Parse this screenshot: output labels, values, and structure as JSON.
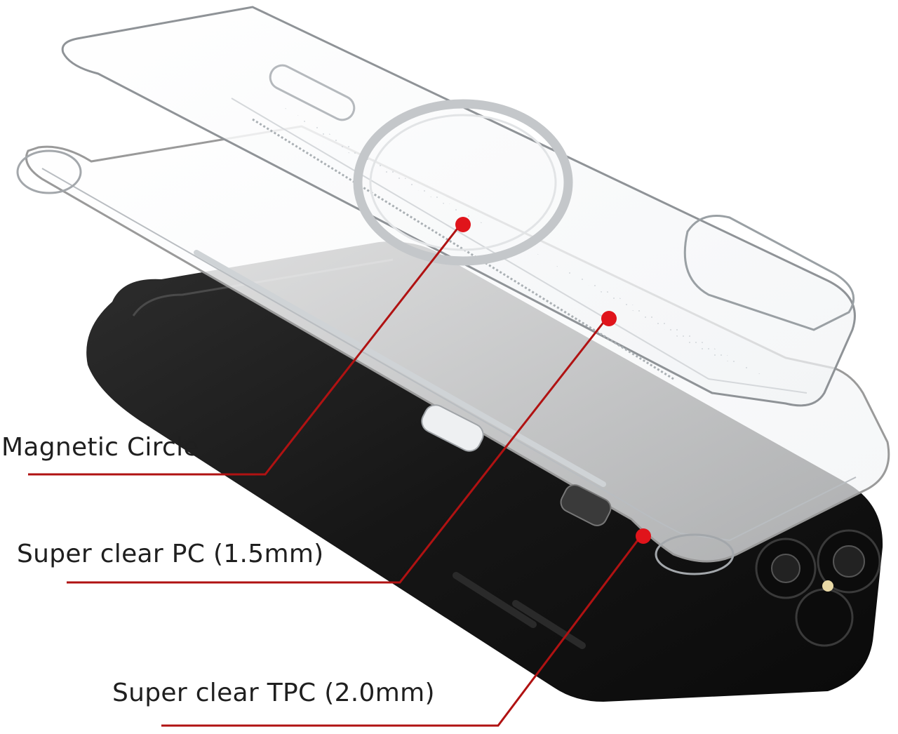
{
  "colors": {
    "leader_line": "#b01212",
    "callout_dot": "#e0141b",
    "phone_body": "#141414",
    "case_outline": "#9a9a9a",
    "label_text": "#1f1f1f"
  },
  "callouts": [
    {
      "label": "Magnetic Circle"
    },
    {
      "label": "Super clear PC (1.5mm)"
    },
    {
      "label": "Super clear TPC (2.0mm)"
    }
  ]
}
